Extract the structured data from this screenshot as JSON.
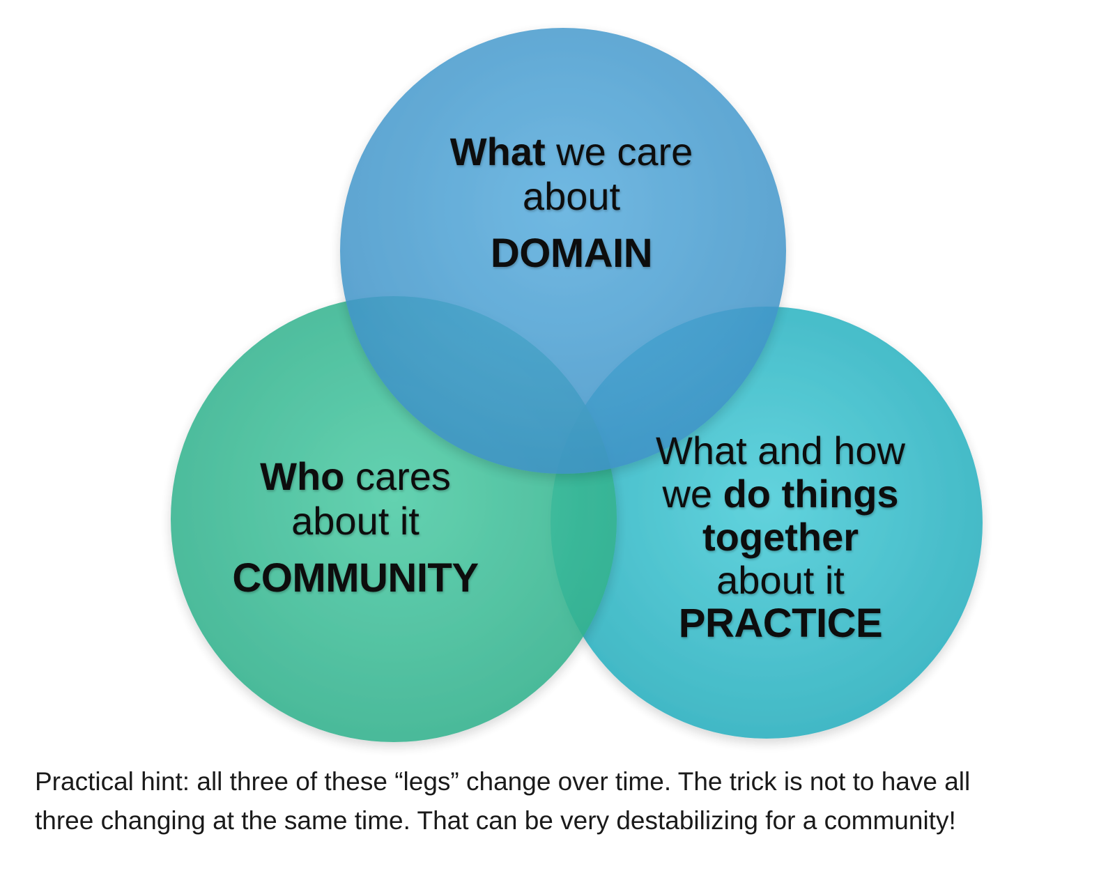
{
  "colors": {
    "domain_circle": "#4a9fd4",
    "community_circle": "#3cbf9a",
    "practice_circle": "#2fbfcf",
    "text": "#0d0d0d"
  },
  "circles": {
    "domain": {
      "lead_bold": "What",
      "lead_rest": " we care",
      "line2": "about",
      "title": "DOMAIN"
    },
    "community": {
      "lead_bold": "Who",
      "lead_rest": " cares",
      "line2": "about it",
      "title": "COMMUNITY"
    },
    "practice": {
      "line1": "What and how",
      "line2_plain": "we ",
      "line2_bold": "do things",
      "line3_bold": "together",
      "line4": "about it",
      "title": "PRACTICE"
    }
  },
  "hint": {
    "line1": "Practical hint: all three of these “legs” change over time. The trick is not to have all",
    "line2": "three changing at the same time. That can be very destabilizing for a community!"
  }
}
